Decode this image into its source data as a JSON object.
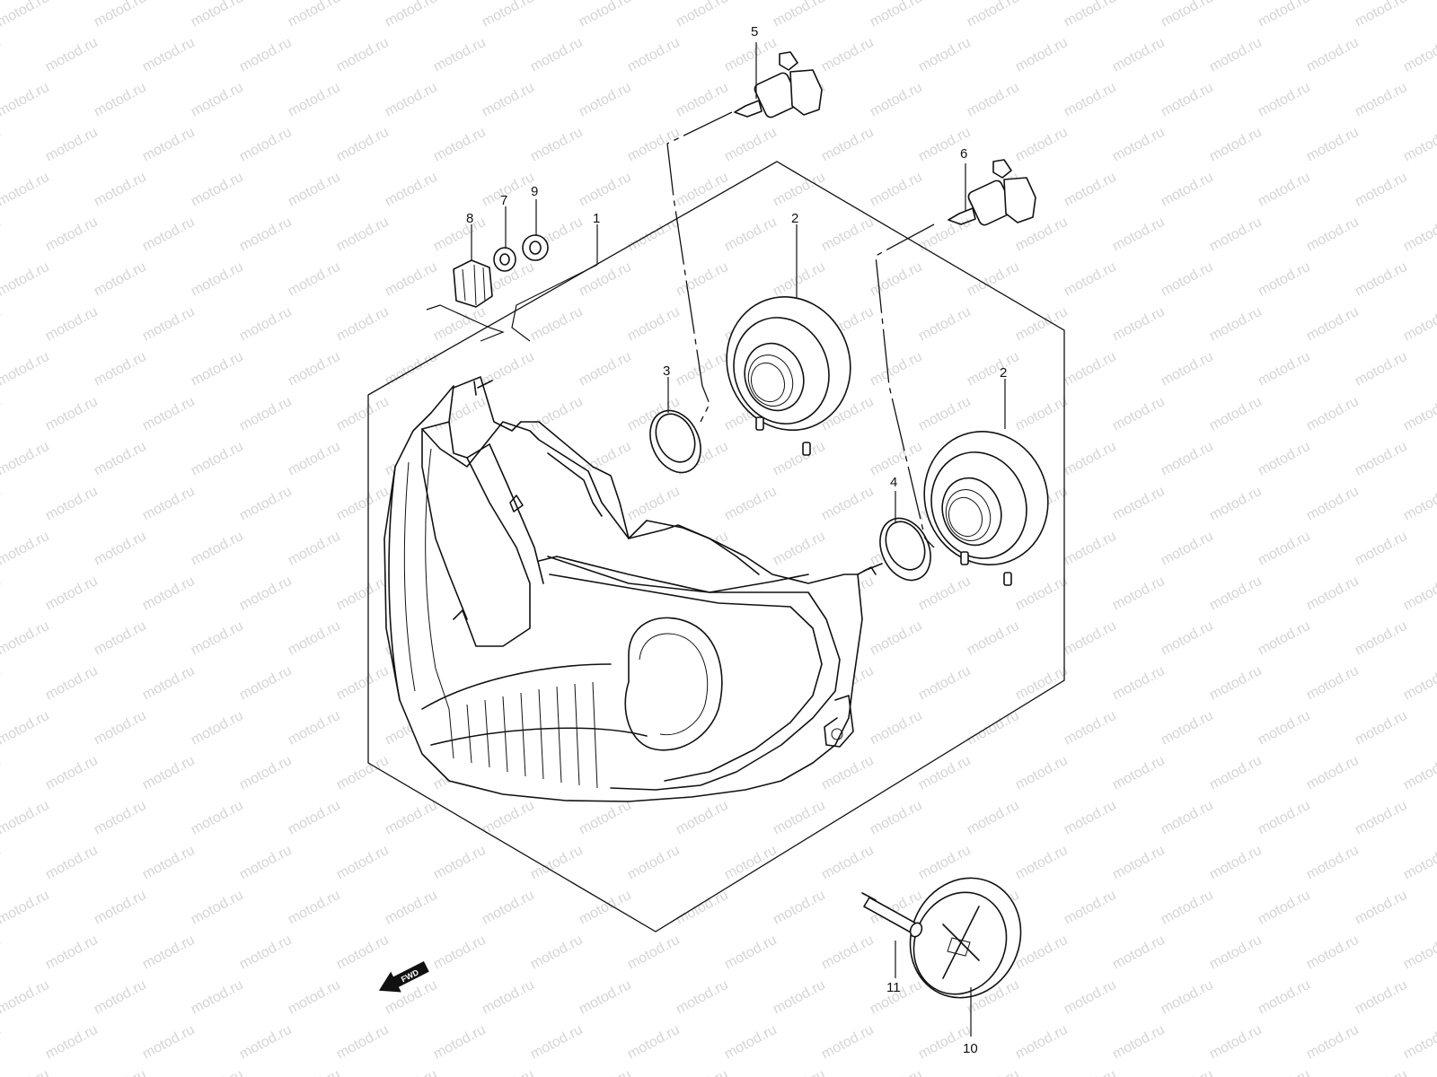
{
  "watermark": {
    "text": "motod.ru",
    "color": "#d6d6d6"
  },
  "callouts": {
    "c1": "1",
    "c2a": "2",
    "c2b": "2",
    "c3": "3",
    "c4": "4",
    "c5": "5",
    "c6": "6",
    "c7": "7",
    "c8": "8",
    "c9": "9",
    "c10": "10",
    "c11": "11"
  },
  "fwd_arrow": {
    "label": "FWD"
  },
  "colors": {
    "line": "#111111",
    "background": "#ffffff"
  }
}
